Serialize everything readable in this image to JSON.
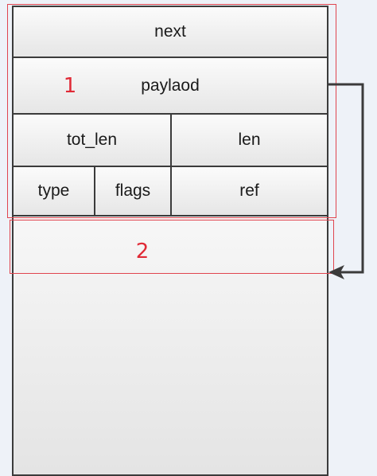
{
  "fields": {
    "next": "next",
    "payload": "paylaod",
    "tot_len": "tot_len",
    "len": "len",
    "type": "type",
    "flags": "flags",
    "ref": "ref"
  },
  "regions": {
    "header_label": "1",
    "data_label": "2"
  },
  "colors": {
    "region_border": "#e0454f",
    "region_text": "#e02a36",
    "cell_border": "#3b3b3b",
    "arrow": "#3b3b3b"
  }
}
